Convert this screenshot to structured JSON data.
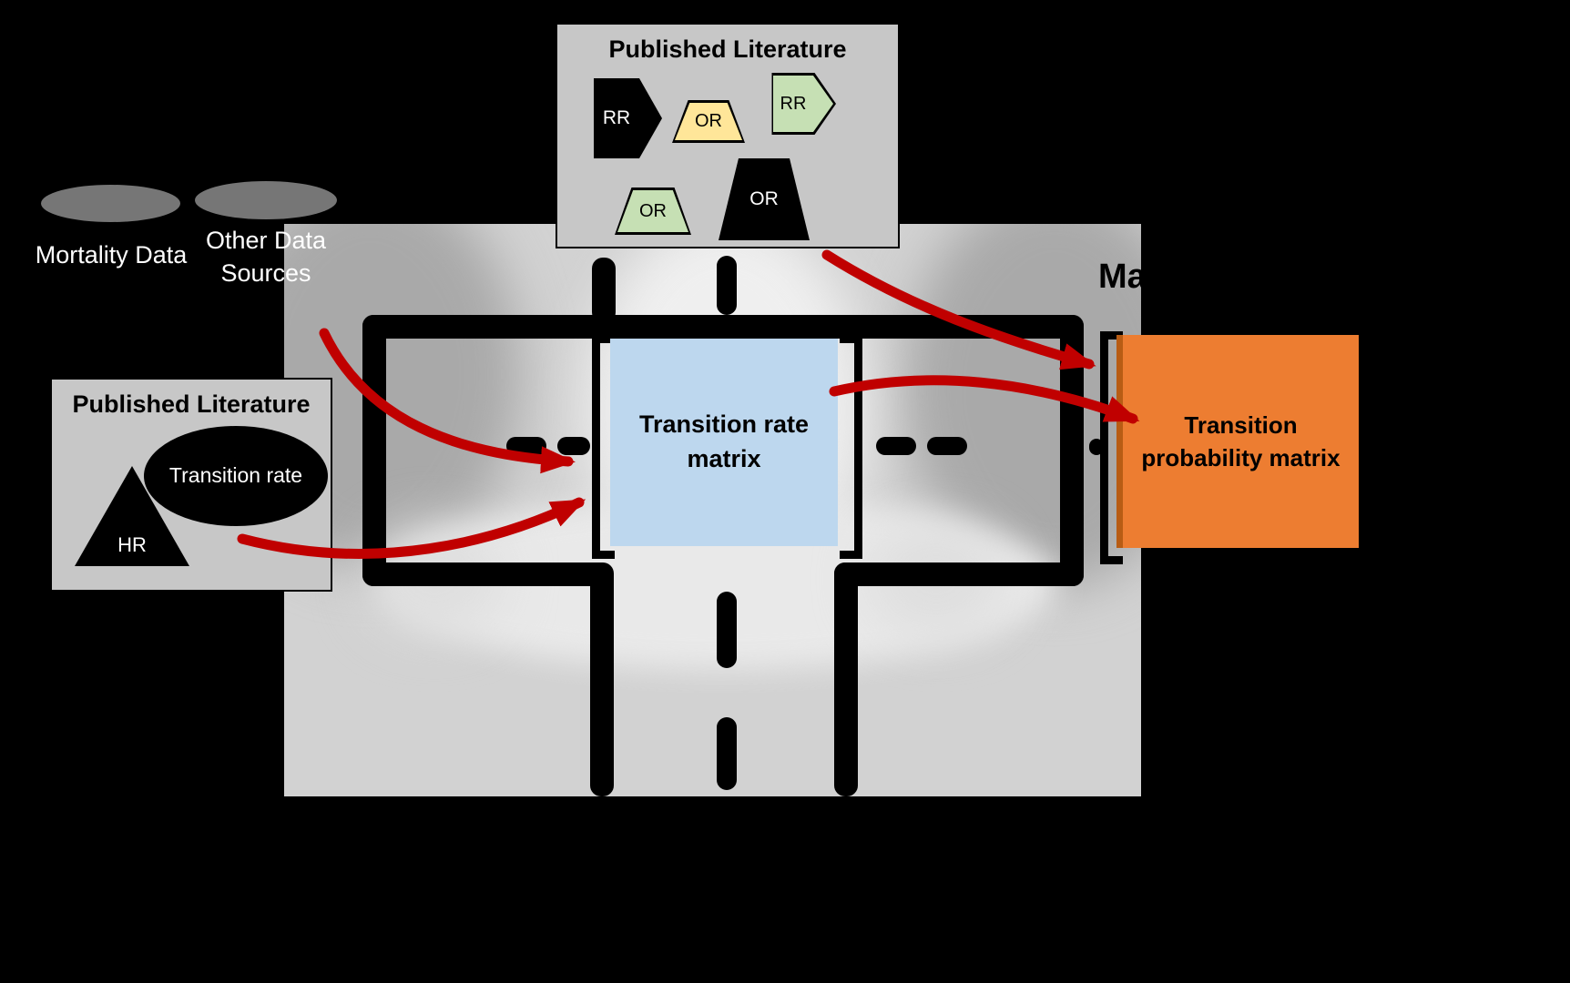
{
  "diagram": {
    "top_literature": {
      "title": "Published Literature",
      "shapes": [
        {
          "label": "RR",
          "shape": "hexagon",
          "fill": "#000000"
        },
        {
          "label": "OR",
          "shape": "trapezoid",
          "fill": "#ffe699"
        },
        {
          "label": "RR",
          "shape": "hexagon",
          "fill": "#c6e0b4"
        },
        {
          "label": "OR",
          "shape": "trapezoid",
          "fill": "#c6e0b4"
        },
        {
          "label": "OR",
          "shape": "trapezoid",
          "fill": "#000000"
        }
      ]
    },
    "sources": {
      "mortality_label": "Mortality Data",
      "other_label": "Other Data Sources"
    },
    "left_literature": {
      "title": "Published Literature",
      "hr_label": "HR",
      "transition_rate_label": "Transition rate"
    },
    "rate_matrix_label": "Transition rate matrix",
    "probability_matrix_label": "Transition probability matrix",
    "partial_text": "Ma",
    "colors": {
      "background": "#000000",
      "literature_box_gray": "#c7c7c7",
      "data_source_gray": "#767676",
      "trapezoid_yellow": "#ffe699",
      "shape_green": "#c6e0b4",
      "rate_matrix_fill": "#bdd7ee",
      "probability_matrix_fill": "#ed7d31",
      "arrow_red": "#c00000"
    }
  }
}
